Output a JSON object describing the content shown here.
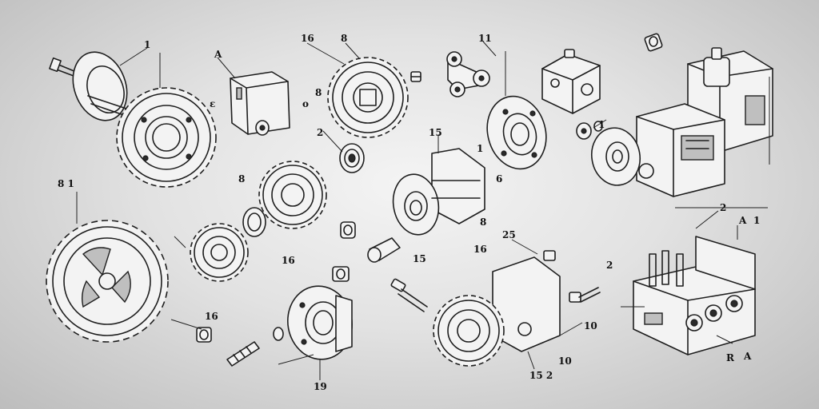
{
  "labels": {
    "l01": "1",
    "l02": "16",
    "l03": "8",
    "l04": "11",
    "l05": "A",
    "l06": "8",
    "l07": "ε",
    "l08": "o",
    "l09": "2",
    "l10": "15",
    "l11": "1",
    "l12": "6",
    "l13": "1",
    "l14": "8 1",
    "l15": "8",
    "l16": "16",
    "l17": "15",
    "l18": "8",
    "l19": "25",
    "l20": "16",
    "l21": "10",
    "l22": "16",
    "l23": "19",
    "l24": "15 2",
    "l25": "10",
    "l26": "2",
    "l27": "2",
    "l28": "A",
    "l29": "1",
    "l30": "R",
    "l31": "A",
    "l32": "2"
  },
  "colors": {
    "ink": "#1e1e1e",
    "background_center": "#f4f4f4",
    "background_edge": "#bdbdbd"
  }
}
